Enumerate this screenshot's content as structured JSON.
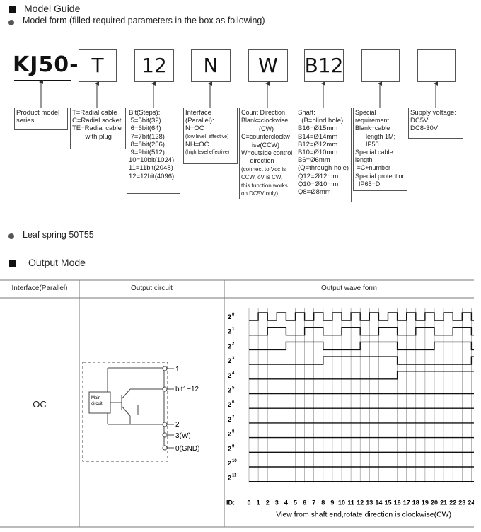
{
  "model_guide": {
    "title": "Model Guide",
    "subtitle": "Model form (filled required parameters in the box as following)",
    "prefix": "KJ50-",
    "codes": [
      "T",
      "12",
      "N",
      "W",
      "B12",
      "",
      ""
    ],
    "descriptions": {
      "series": [
        "Product model",
        "series"
      ],
      "cable": [
        "T=Radial cable",
        "C=Radial socket",
        "TE=Radial cable",
        "       with plug"
      ],
      "bits": [
        "Bit(Steps):",
        " 5=5bit(32)",
        " 6=6bit(64)",
        " 7=7bit(128)",
        " 8=8bit(256)",
        " 9=9bit(512)",
        "10=10bit(1024)",
        "11=11bit(2048)",
        "12=12bit(4096)"
      ],
      "interface": {
        "line1": "Interface",
        "line2": "(Parallel):",
        "line3": "N=OC",
        "line4": "(low level  effective)",
        "line5": "NH=OC",
        "line6": "(high level effective)"
      },
      "direction": [
        "Count Direction",
        "Blank=clockwise",
        "          (CW)",
        "C=counterclockw",
        "      ise(CCW)",
        "W=outside control",
        "     direction",
        "(connect to Vcc is",
        "CCW, oV is CW,",
        "this function works",
        "on DC5V only)"
      ],
      "shaft": [
        "Shaft:",
        "  (B=blind hole)",
        "B16=Ø15mm",
        "B14=Ø14mm",
        "B12=Ø12mm",
        "B10=Ø10mm",
        "B6=Ø6mm",
        "(Q=through hole)",
        "Q12=Ø12mm",
        "Q10=Ø10mm",
        "Q8=Ø8mm"
      ],
      "special": [
        "Special",
        "requirement",
        "Blank=cable",
        "      length 1M;",
        "      IP50",
        "Special cable",
        "length",
        " =C+number",
        "Special protection",
        "  IP65=D"
      ],
      "supply": [
        "Supply voltage:",
        "DC5V;",
        "DC8-30V"
      ]
    }
  },
  "leaf_spring": "Leaf spring 50T55",
  "output_mode": {
    "title": "Output Mode",
    "headers": [
      "Interface(Parallel)",
      "Output circuit",
      "Output wave form"
    ],
    "interface_value": "OC",
    "circuit_labels": [
      "1",
      "bit1~12",
      "2",
      "3(W)",
      "0(GND)"
    ],
    "circuit_block": [
      "Main",
      "circuit"
    ],
    "bit_labels": [
      "0",
      "1",
      "2",
      "3",
      "4",
      "5",
      "6",
      "7",
      "8",
      "9",
      "10",
      "11"
    ],
    "id_label": "ID:",
    "id_values": [
      "0",
      "1",
      "2",
      "3",
      "4",
      "5",
      "6",
      "7",
      "8",
      "9",
      "10",
      "11",
      "12",
      "13",
      "14",
      "15",
      "16",
      "17",
      "18",
      "19",
      "20",
      "21",
      "22",
      "23",
      "24"
    ],
    "caption": "View from shaft end,rotate direction is clockwise(CW)"
  }
}
